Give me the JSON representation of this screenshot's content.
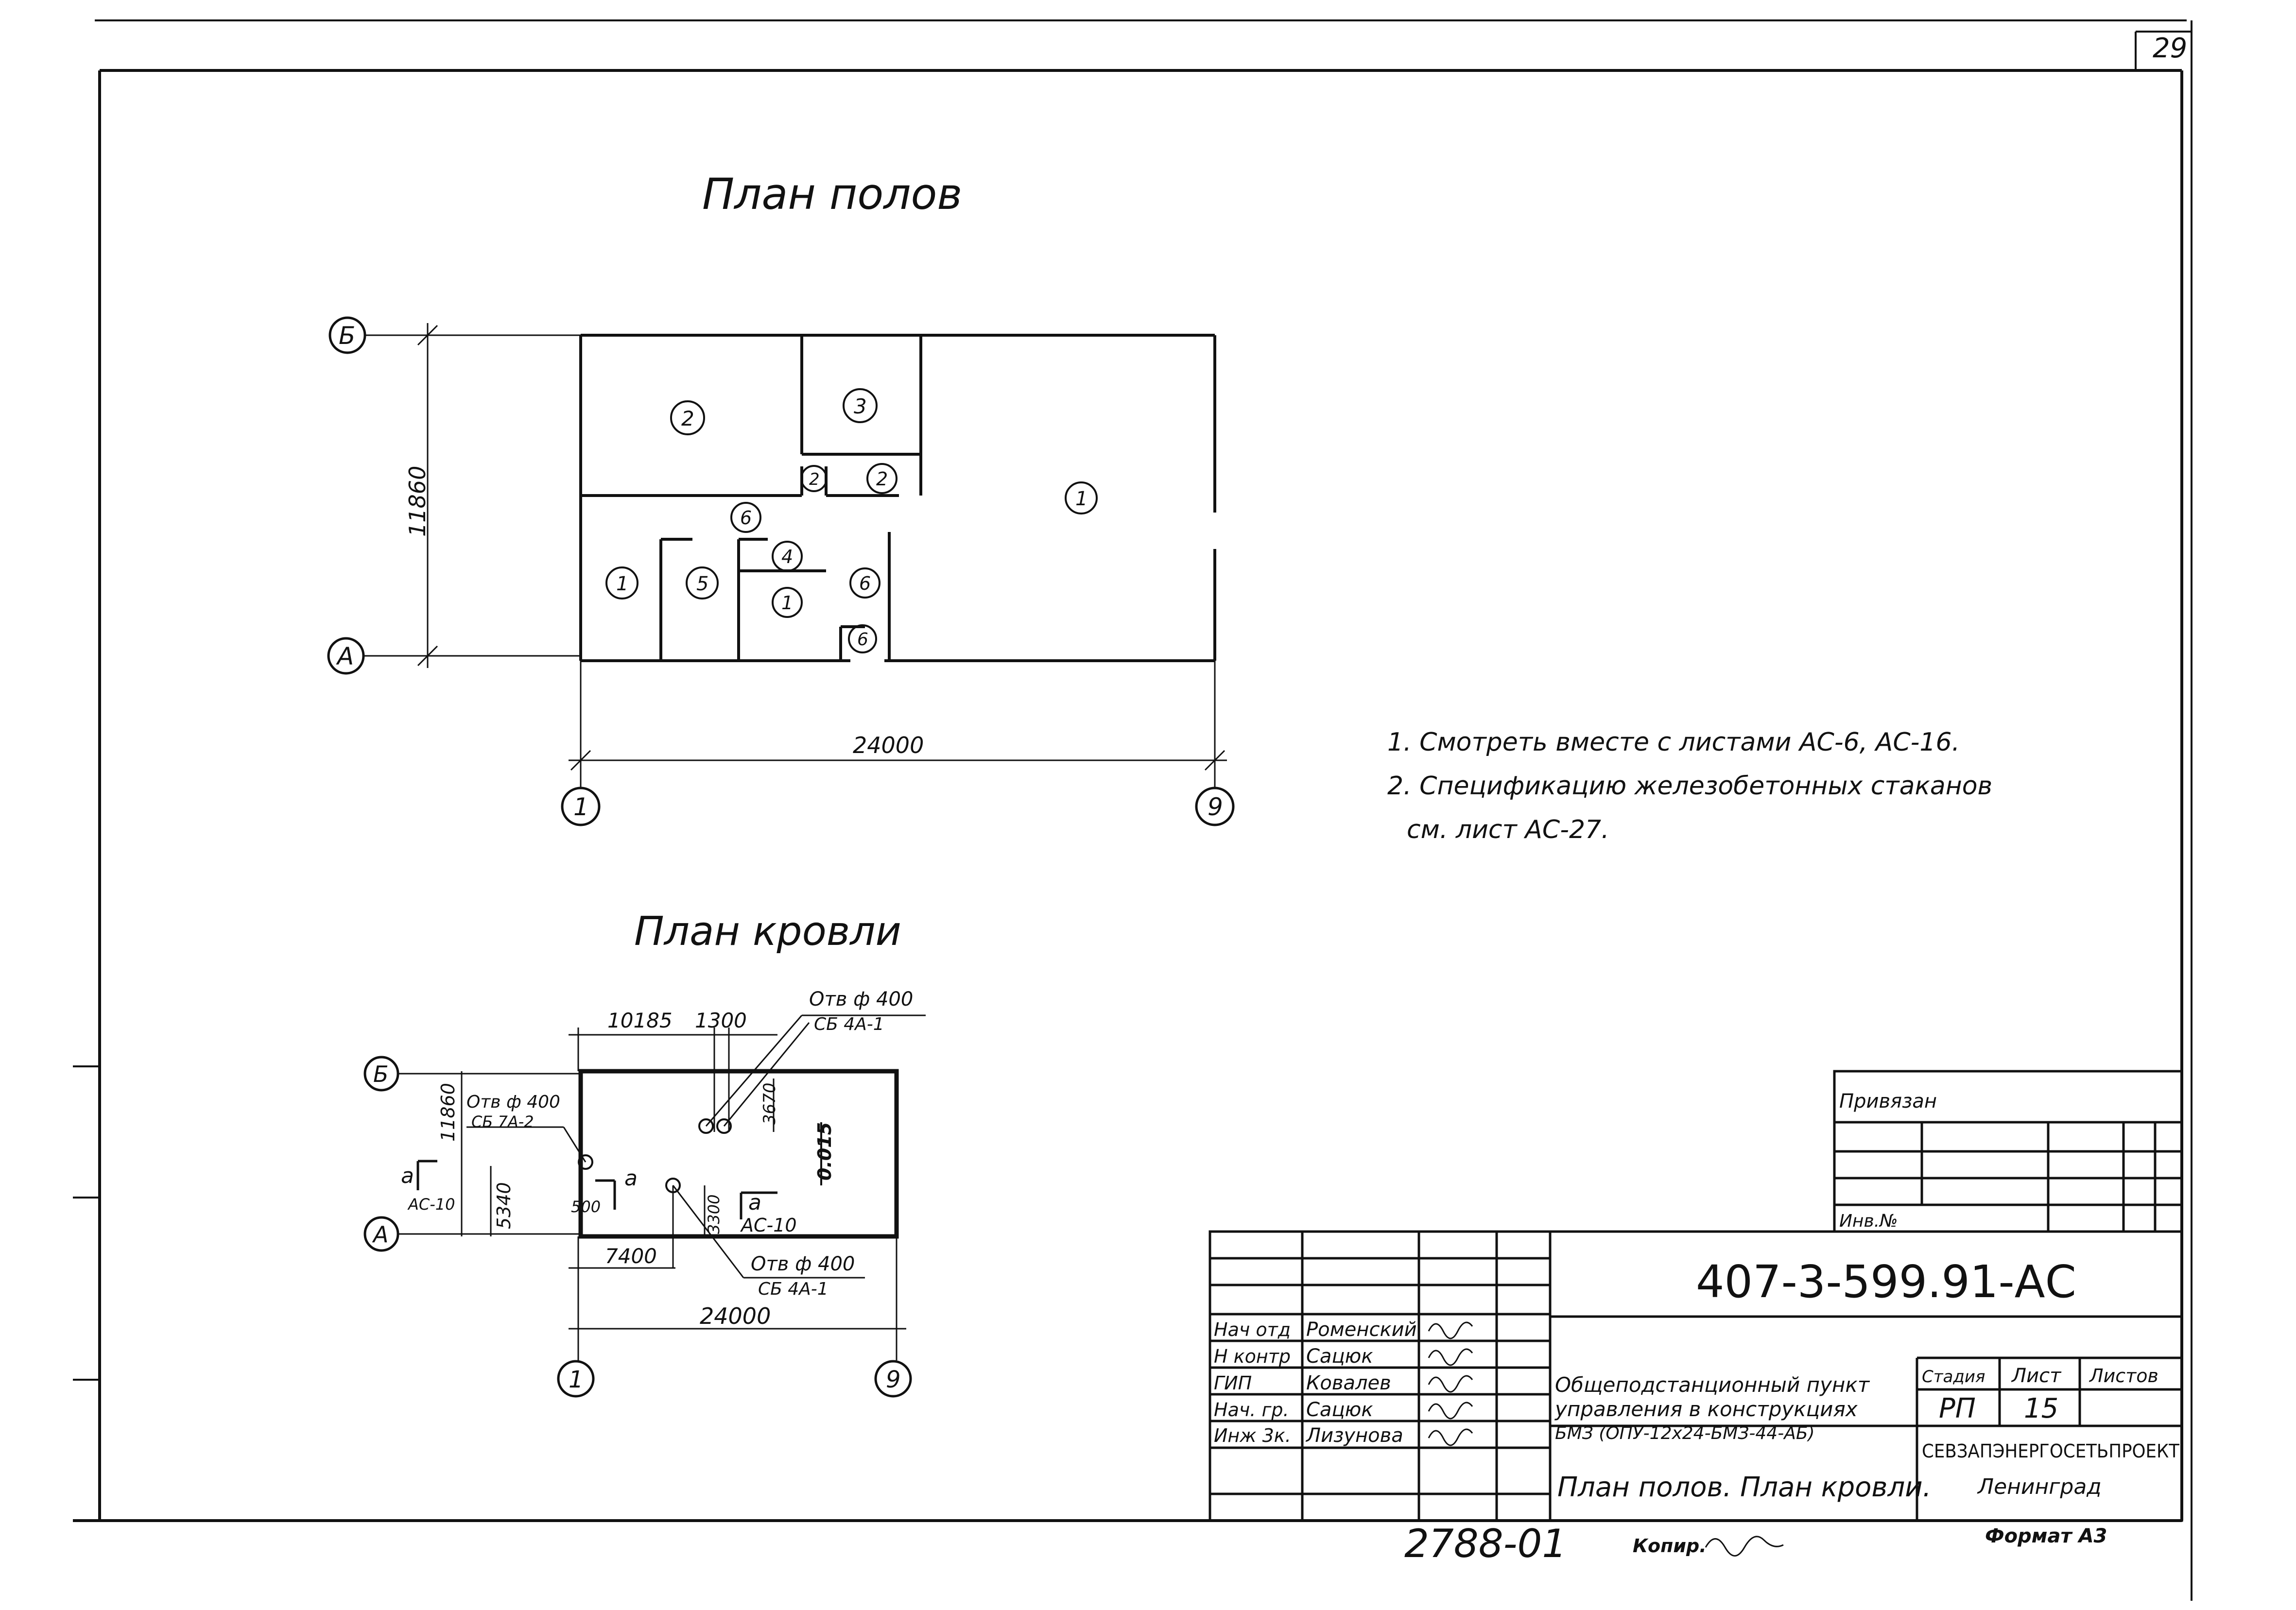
{
  "page_number": "29",
  "floor_plan": {
    "title": "План полов",
    "axis_b": "Б",
    "axis_a": "А",
    "axis_1": "1",
    "axis_9": "9",
    "dim_height": "11860",
    "dim_width": "24000",
    "rooms": [
      "2",
      "3",
      "2",
      "2",
      "1",
      "6",
      "1",
      "5",
      "4",
      "1",
      "6",
      "6"
    ]
  },
  "notes": [
    "1. Смотреть вместе с листами АС-6, АС-16.",
    "2. Спецификацию железобетонных стаканов",
    "см. лист АС-27."
  ],
  "roof_plan": {
    "title": "План кровли",
    "axis_b": "Б",
    "axis_a": "А",
    "axis_1": "1",
    "axis_9": "9",
    "dim_top1": "10185",
    "dim_top2": "1300",
    "dim_v1": "3670",
    "dim_left_total": "11860",
    "dim_left_part": "5340",
    "dim_500": "500",
    "dim_3300": "3300",
    "dim_7400": "7400",
    "dim_24000": "24000",
    "slope": "0.015",
    "opening_top": "Отв ф 400",
    "opening_top_mark": "СБ 4А-1",
    "opening_left": "Отв ф 400",
    "opening_left_mark": "СБ 7А-2",
    "opening_bottom": "Отв ф 400",
    "opening_bottom_mark": "СБ 4А-1",
    "section_left": "а",
    "section_left_ref": "АС-10",
    "section_mid": "а",
    "section_right": "а",
    "section_right_ref": "АС-10"
  },
  "title_block": {
    "bound_label": "Привязан",
    "inv_label": "Инв.№",
    "doc_code": "407-3-599.91-АС",
    "staff": [
      {
        "role": "Нач отд",
        "name": "Роменский"
      },
      {
        "role": "Н контр",
        "name": "Сацюк"
      },
      {
        "role": "ГИП",
        "name": "Ковалев"
      },
      {
        "role": "Нач. гр.",
        "name": "Сацюк"
      },
      {
        "role": "Инж 3к.",
        "name": "Лизунова"
      }
    ],
    "object_line1": "Общеподстанционный пункт",
    "object_line2": "управления в конструкциях",
    "object_line3": "БМЗ (ОПУ-12х24-БМЗ-44-АБ)",
    "sheet_title": "План полов. План кровли.",
    "stage_label": "Стадия",
    "sheet_label": "Лист",
    "sheets_label": "Листов",
    "stage_value": "РП",
    "sheet_value": "15",
    "org_name": "СЕВЗАПЭНЕРГОСЕТЬПРОЕКТ",
    "org_city": "Ленинград",
    "format": "Формат А3",
    "copy_code": "2788-01",
    "copied_label": "Копир."
  }
}
